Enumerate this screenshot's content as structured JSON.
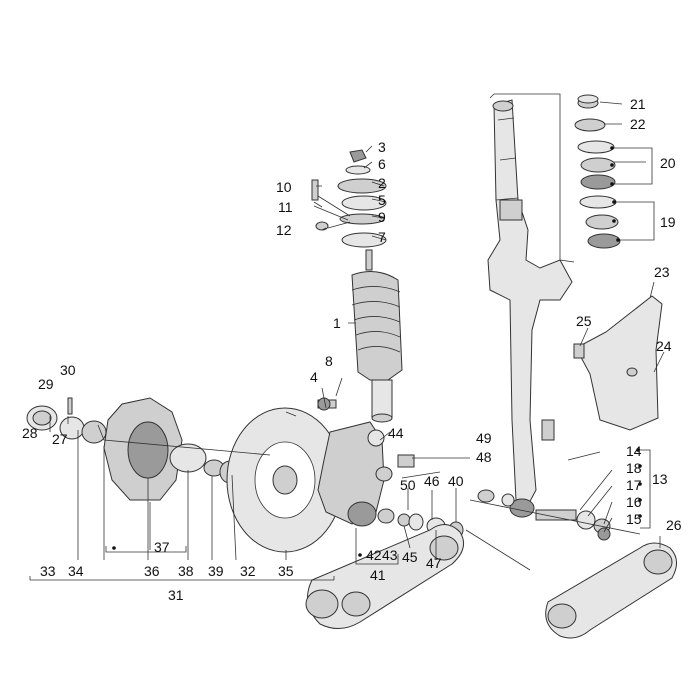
{
  "callouts": [
    {
      "id": "c1",
      "text": "1"
    },
    {
      "id": "c2",
      "text": "2"
    },
    {
      "id": "c3",
      "text": "3"
    },
    {
      "id": "c4",
      "text": "4"
    },
    {
      "id": "c5",
      "text": "5"
    },
    {
      "id": "c6",
      "text": "6"
    },
    {
      "id": "c7",
      "text": "7"
    },
    {
      "id": "c8",
      "text": "8"
    },
    {
      "id": "c9",
      "text": "9"
    },
    {
      "id": "c10",
      "text": "10"
    },
    {
      "id": "c11",
      "text": "11"
    },
    {
      "id": "c12",
      "text": "12"
    },
    {
      "id": "c13",
      "text": "13"
    },
    {
      "id": "c14",
      "text": "14"
    },
    {
      "id": "c15",
      "text": "15"
    },
    {
      "id": "c16",
      "text": "16"
    },
    {
      "id": "c17",
      "text": "17"
    },
    {
      "id": "c18",
      "text": "18"
    },
    {
      "id": "c19",
      "text": "19"
    },
    {
      "id": "c20",
      "text": "20"
    },
    {
      "id": "c21",
      "text": "21"
    },
    {
      "id": "c22",
      "text": "22"
    },
    {
      "id": "c23",
      "text": "23"
    },
    {
      "id": "c24",
      "text": "24"
    },
    {
      "id": "c25",
      "text": "25"
    },
    {
      "id": "c26",
      "text": "26"
    },
    {
      "id": "c27",
      "text": "27"
    },
    {
      "id": "c28",
      "text": "28"
    },
    {
      "id": "c29",
      "text": "29"
    },
    {
      "id": "c30",
      "text": "30"
    },
    {
      "id": "c31",
      "text": "31"
    },
    {
      "id": "c32",
      "text": "32"
    },
    {
      "id": "c33",
      "text": "33"
    },
    {
      "id": "c34",
      "text": "34"
    },
    {
      "id": "c35",
      "text": "35"
    },
    {
      "id": "c36",
      "text": "36"
    },
    {
      "id": "c37",
      "text": "37"
    },
    {
      "id": "c38",
      "text": "38"
    },
    {
      "id": "c39",
      "text": "39"
    },
    {
      "id": "c40",
      "text": "40"
    },
    {
      "id": "c41",
      "text": "41"
    },
    {
      "id": "c42",
      "text": "42"
    },
    {
      "id": "c43",
      "text": "43"
    },
    {
      "id": "c44",
      "text": "44"
    },
    {
      "id": "c45",
      "text": "45"
    },
    {
      "id": "c46",
      "text": "46"
    },
    {
      "id": "c47",
      "text": "47"
    },
    {
      "id": "c48",
      "text": "48"
    },
    {
      "id": "c49",
      "text": "49"
    },
    {
      "id": "c50",
      "text": "50"
    }
  ]
}
